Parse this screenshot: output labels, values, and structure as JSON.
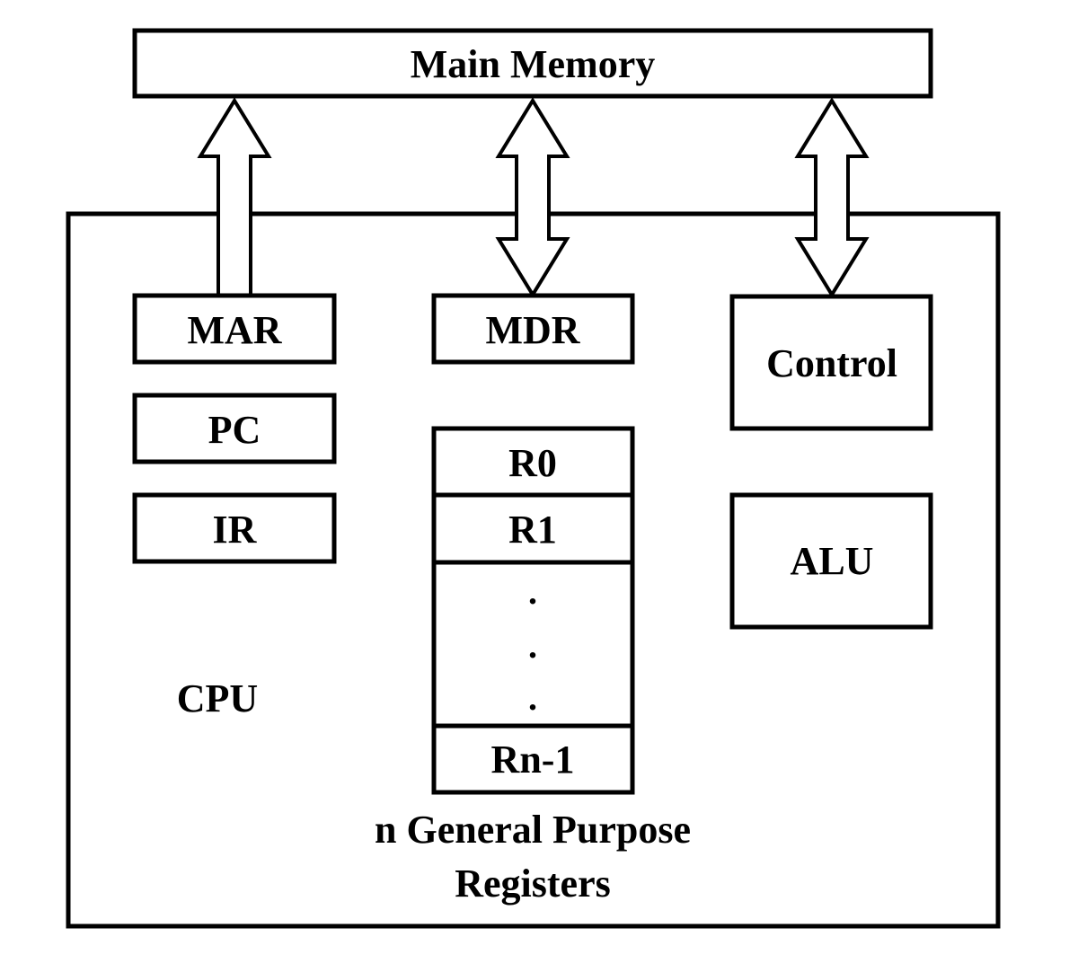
{
  "main_memory": {
    "label": "Main Memory"
  },
  "cpu": {
    "label": "CPU"
  },
  "registers": {
    "mar": "MAR",
    "mdr": "MDR",
    "pc": "PC",
    "ir": "IR"
  },
  "control": {
    "label": "Control"
  },
  "alu": {
    "label": "ALU"
  },
  "gpr": {
    "r0": "R0",
    "r1": "R1",
    "dots": [
      ".",
      ".",
      "."
    ],
    "rn": "Rn-1",
    "caption_line1": "n General Purpose",
    "caption_line2": "Registers"
  },
  "arrows": [
    {
      "from": "MAR",
      "to": "Main Memory",
      "direction": "up"
    },
    {
      "from": "MDR",
      "to": "Main Memory",
      "direction": "bidirectional"
    },
    {
      "from": "Control",
      "to": "Main Memory",
      "direction": "bidirectional"
    }
  ]
}
